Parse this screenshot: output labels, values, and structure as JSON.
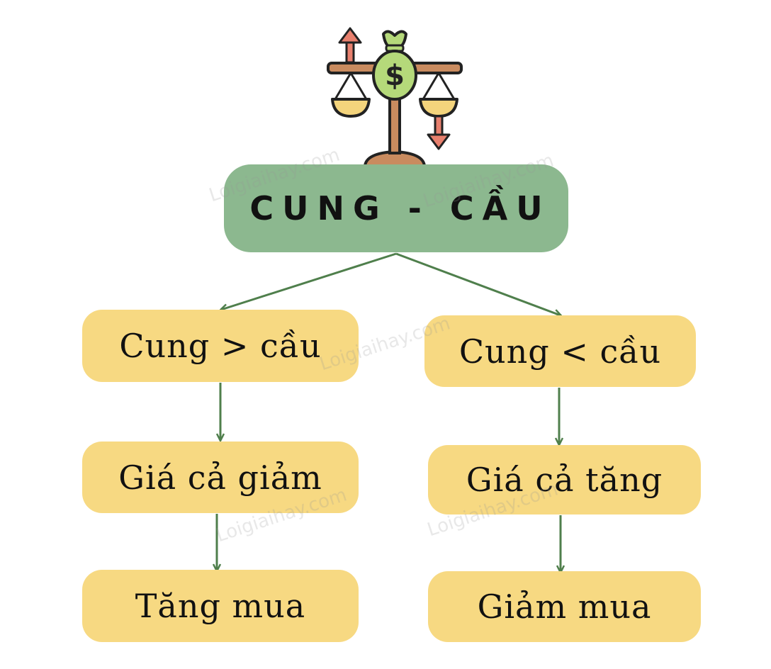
{
  "root": {
    "label": "CUNG - CẦU"
  },
  "branches": [
    {
      "condition": "Cung > cầu",
      "price_effect": "Giá cả giảm",
      "buyer_action": "Tăng mua"
    },
    {
      "condition": "Cung < cầu",
      "price_effect": "Giá cả tăng",
      "buyer_action": "Giảm mua"
    }
  ],
  "watermark": "Loigiaihay.com",
  "colors": {
    "root_fill": "#8cb88f",
    "node_fill": "#f7d982",
    "arrow": "#4f7f4c",
    "up_arrow": "#e8806e",
    "money_bag": "#b5d97a",
    "scale_pan": "#f4d47c",
    "scale_wood": "#c98b5f"
  },
  "icons": [
    "balance-scale-icon",
    "money-bag-icon",
    "up-arrow-icon",
    "down-arrow-icon"
  ]
}
